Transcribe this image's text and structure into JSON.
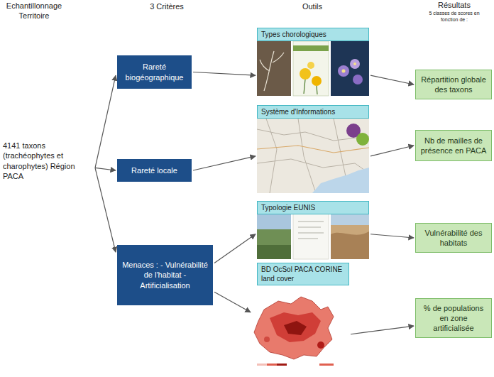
{
  "diagram": {
    "nodes": [
      {
        "text": [
          "4141 taxons (trachéophytes et charophytes) Région PACA"
        ]
      },
      {
        "text": [
          "Rareté biogéographique"
        ]
      },
      {
        "text": [
          "Rareté locale"
        ]
      },
      {
        "text": [
          "Menaces : - Vulnérabilité de l'habitat - Artificialisation"
        ]
      },
      {
        "text": [
          "Types chorologiques"
        ]
      },
      {
        "text": [
          "Système d'Informations"
        ]
      },
      {
        "text": [
          "Typologie EUNIS"
        ]
      },
      {
        "text": [
          "BD OcSol PACA CORINE land cover"
        ]
      },
      {
        "text": [
          "Répartition globale des taxons"
        ]
      },
      {
        "text": [
          "Nb de mailles de présence en PACA"
        ]
      },
      {
        "text": [
          "Vulnérabilité des habitats"
        ]
      },
      {
        "text": [
          "% de populations en zone artificialisée"
        ]
      }
    ],
    "edges": [
      {
        "from": 0,
        "to": 1,
        "arrow": "to"
      },
      {
        "from": 0,
        "to": 2,
        "arrow": "to"
      },
      {
        "from": 0,
        "to": 3,
        "arrow": "to"
      },
      {
        "from": 1,
        "to": 4,
        "arrow": "to"
      },
      {
        "from": 2,
        "to": 5,
        "arrow": "to"
      },
      {
        "from": 3,
        "to": 6,
        "arrow": "to"
      },
      {
        "from": 3,
        "to": 7,
        "arrow": "to"
      },
      {
        "from": 4,
        "to": 8,
        "arrow": "to"
      },
      {
        "from": 5,
        "to": 9,
        "arrow": "to"
      },
      {
        "from": 6,
        "to": 10,
        "arrow": "to"
      },
      {
        "from": 7,
        "to": 11,
        "arrow": "to"
      }
    ],
    "labels": [
      "Echantillonnage Territoire",
      "3 Critères",
      "Outils",
      "Résultats",
      "5 classes de scores en fonction de :"
    ]
  }
}
